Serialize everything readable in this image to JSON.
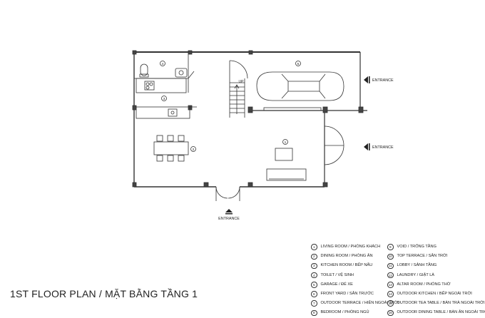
{
  "title": "1ST FLOOR PLAN / MẶT BẰNG TẦNG 1",
  "entrance_label": "ENTRANCE",
  "stair_label": "UP",
  "room_tags": [
    "1",
    "2",
    "3",
    "4",
    "5"
  ],
  "legend_col1": [
    {
      "num": "1",
      "text": "LIVING ROOM / PHÒNG KHÁCH"
    },
    {
      "num": "2",
      "text": "DINING ROOM / PHÒNG ĂN"
    },
    {
      "num": "3",
      "text": "KITCHEN ROOM / BẾP NẤU"
    },
    {
      "num": "4",
      "text": "TOILET / VỆ SINH"
    },
    {
      "num": "5",
      "text": "GARAGE / ĐỂ XE"
    },
    {
      "num": "6",
      "text": "FRONT YARD / SÂN TRƯỚC"
    },
    {
      "num": "7",
      "text": "OUTDOOR TERRACE / HIÊN NGOÀI TRỜI"
    },
    {
      "num": "8",
      "text": "BEDROOM / PHÒNG NGỦ"
    }
  ],
  "legend_col2": [
    {
      "num": "9",
      "text": "VOID / TRỐNG TẦNG"
    },
    {
      "num": "10",
      "text": "TOP TERRACE / SÂN TRỜI"
    },
    {
      "num": "11",
      "text": "LOBBY / SẢNH TẦNG"
    },
    {
      "num": "12",
      "text": "LAUNDRY / GIẶT LÀ"
    },
    {
      "num": "13",
      "text": "ALTAR ROOM / PHÒNG THỜ"
    },
    {
      "num": "14",
      "text": "OUTDOOR KITCHEN / BẾP NGOÀI TRỜI"
    },
    {
      "num": "15",
      "text": "OUTDOOR TEA TABLE / BÀN TRÀ NGOÀI TRỜI"
    },
    {
      "num": "16",
      "text": "OUTDOOR DINING TABLE / BÀN ĂN NGOÀI TRỜI"
    }
  ]
}
